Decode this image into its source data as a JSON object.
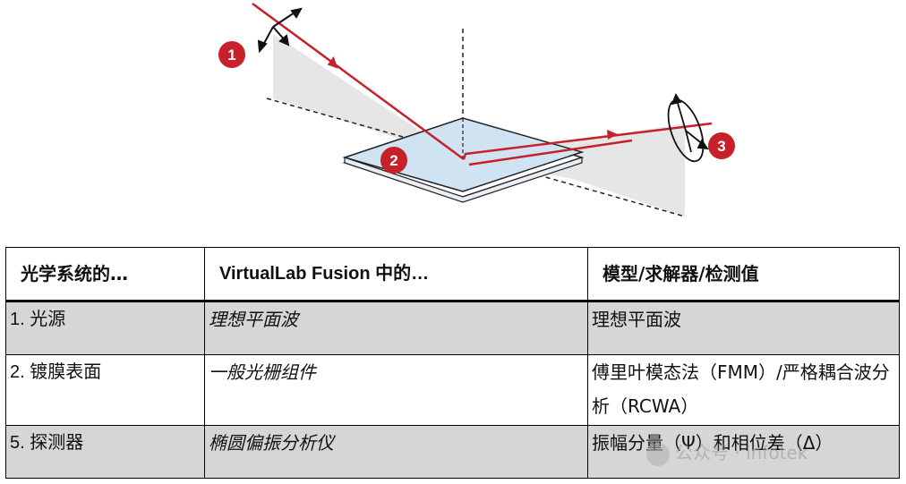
{
  "diagram": {
    "markers": [
      "1",
      "2",
      "3"
    ],
    "colors": {
      "beam": "#c8202a",
      "marker": "#c8202a",
      "plane": "#e6e6e6",
      "sample_top": "#cfe3f2",
      "axis": "#222222"
    }
  },
  "table": {
    "headers": [
      "光学系统的…",
      "VirtualLab Fusion  中的…",
      "模型/求解器/检测值"
    ],
    "rows": [
      {
        "label": "1. 光源",
        "component": "理想平面波",
        "model": "理想平面波",
        "shade": "gray"
      },
      {
        "label": "2. 镀膜表面",
        "component": "一般光栅组件",
        "model": "傅里叶模态法（FMM）/严格耦合波分析（RCWA）",
        "shade": "white"
      },
      {
        "label": "5. 探测器",
        "component": "椭圆偏振分析仪",
        "model": "振幅分量（Ψ）和相位差（Δ）",
        "shade": "gray"
      }
    ]
  },
  "watermark": {
    "text": "公众号 · infotek"
  }
}
